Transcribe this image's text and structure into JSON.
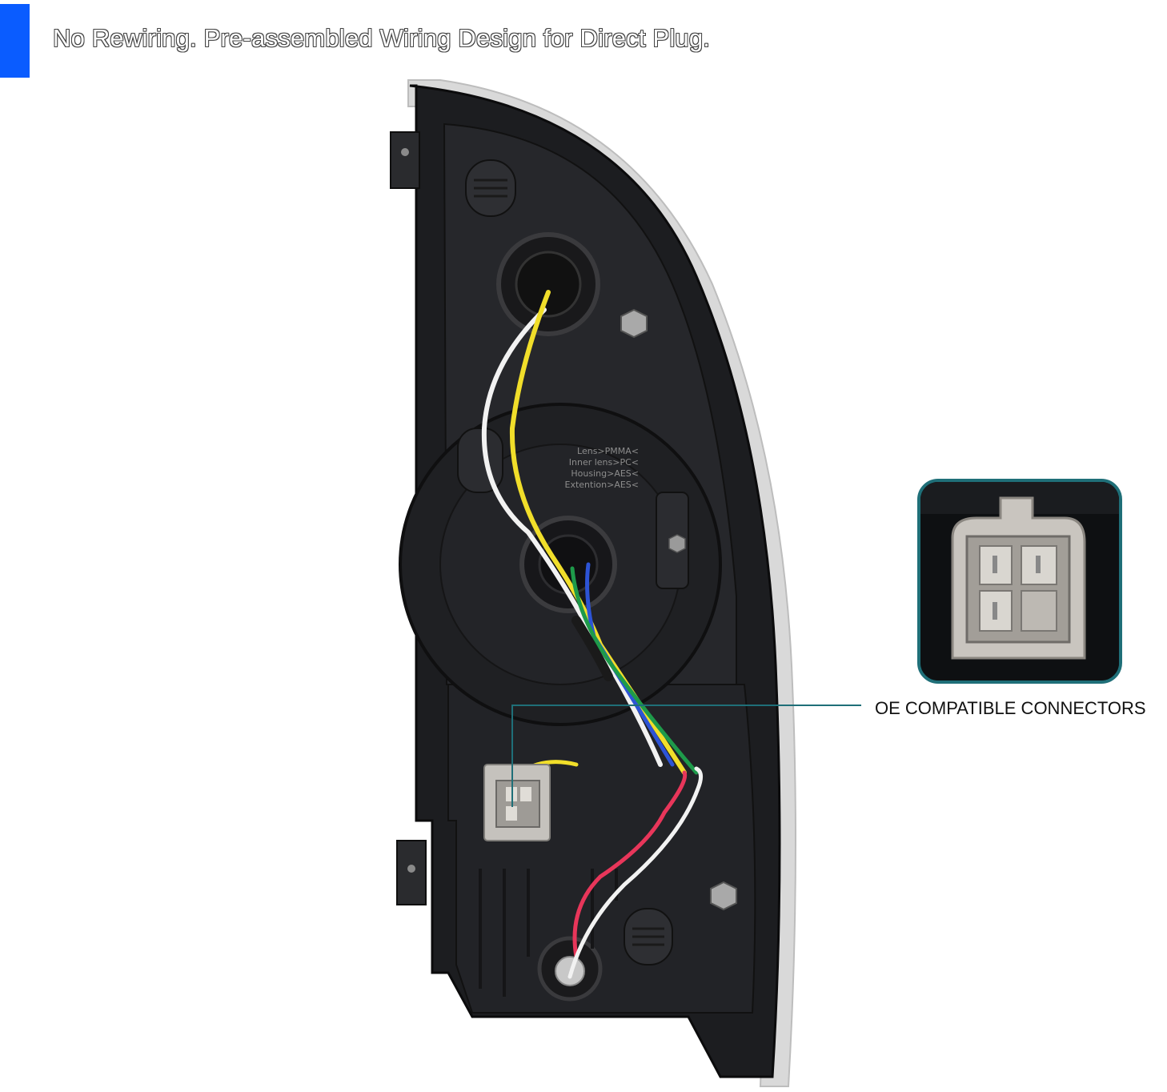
{
  "headline": {
    "text": "No Rewiring. Pre-assembled Wiring Design for Direct Plug.",
    "accent_color": "#0a5cff"
  },
  "callout": {
    "label": "OE COMPATIBLE CONNECTORS",
    "line_color": "#1f6f78"
  },
  "product": {
    "housing_markings": [
      "Lens>PMMA<",
      "Inner lens>PC<",
      "Housing>AES<",
      "Extention>AES<"
    ],
    "wire_colors": {
      "white": "#f2f2f2",
      "yellow": "#f1de2a",
      "blue": "#2d54d6",
      "green": "#1e9a4a",
      "red": "#e8365a",
      "black": "#1a1a1a"
    }
  }
}
